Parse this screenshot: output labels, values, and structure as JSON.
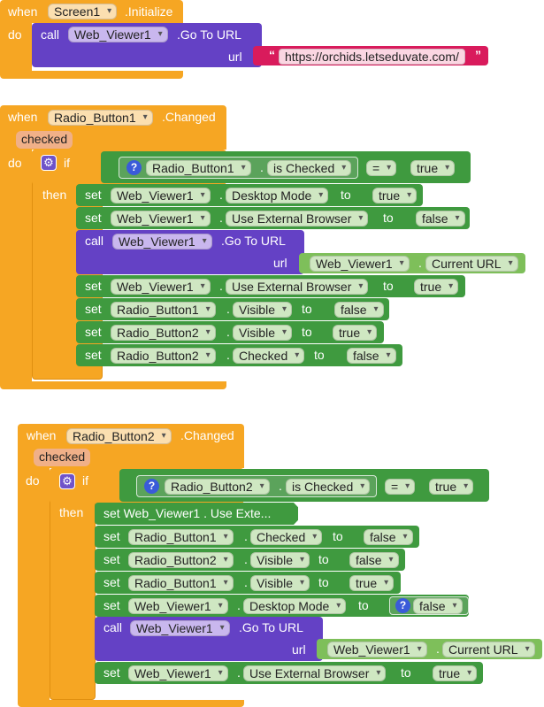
{
  "keywords": {
    "when": "when",
    "do": "do",
    "call": "call",
    "set": "set",
    "to": "to",
    "url": "url",
    "if": "if",
    "then": "then",
    "eq": "=",
    "dot": "."
  },
  "block1": {
    "component": "Screen1",
    "event": ".Initialize",
    "call_component": "Web_Viewer1",
    "method": ".Go To URL",
    "url_text": "https://orchids.letseduvate.com/"
  },
  "block2": {
    "component": "Radio_Button1",
    "event": ".Changed",
    "param": "checked",
    "cond_component": "Radio_Button1",
    "cond_prop": "is Checked",
    "cond_value": "true",
    "s1_comp": "Web_Viewer1",
    "s1_prop": "Desktop Mode",
    "s1_val": "true",
    "s2_comp": "Web_Viewer1",
    "s2_prop": "Use External Browser",
    "s2_val": "false",
    "call_comp": "Web_Viewer1",
    "call_method": ".Go To URL",
    "url_comp": "Web_Viewer1",
    "url_prop": "Current URL",
    "s3_comp": "Web_Viewer1",
    "s3_prop": "Use External Browser",
    "s3_val": "true",
    "s4_comp": "Radio_Button1",
    "s4_prop": "Visible",
    "s4_val": "false",
    "s5_comp": "Radio_Button2",
    "s5_prop": "Visible",
    "s5_val": "true",
    "s6_comp": "Radio_Button2",
    "s6_prop": "Checked",
    "s6_val": "false"
  },
  "block3": {
    "component": "Radio_Button2",
    "event": ".Changed",
    "param": "checked",
    "cond_component": "Radio_Button2",
    "cond_prop": "is Checked",
    "cond_value": "true",
    "collapsed": "set Web_Viewer1 . Use Exte...",
    "s1_comp": "Radio_Button1",
    "s1_prop": "Checked",
    "s1_val": "false",
    "s2_comp": "Radio_Button2",
    "s2_prop": "Visible",
    "s2_val": "false",
    "s3_comp": "Radio_Button1",
    "s3_prop": "Visible",
    "s3_val": "true",
    "s4_comp": "Web_Viewer1",
    "s4_prop": "Desktop Mode",
    "s4_val": "false",
    "call_comp": "Web_Viewer1",
    "call_method": ".Go To URL",
    "url_comp": "Web_Viewer1",
    "url_prop": "Current URL",
    "s5_comp": "Web_Viewer1",
    "s5_prop": "Use External Browser",
    "s5_val": "true"
  },
  "colors": {
    "event": "#f6a623",
    "procedure": "#6441c5",
    "setter": "#3f9a3f",
    "text": "#d91b5c"
  }
}
